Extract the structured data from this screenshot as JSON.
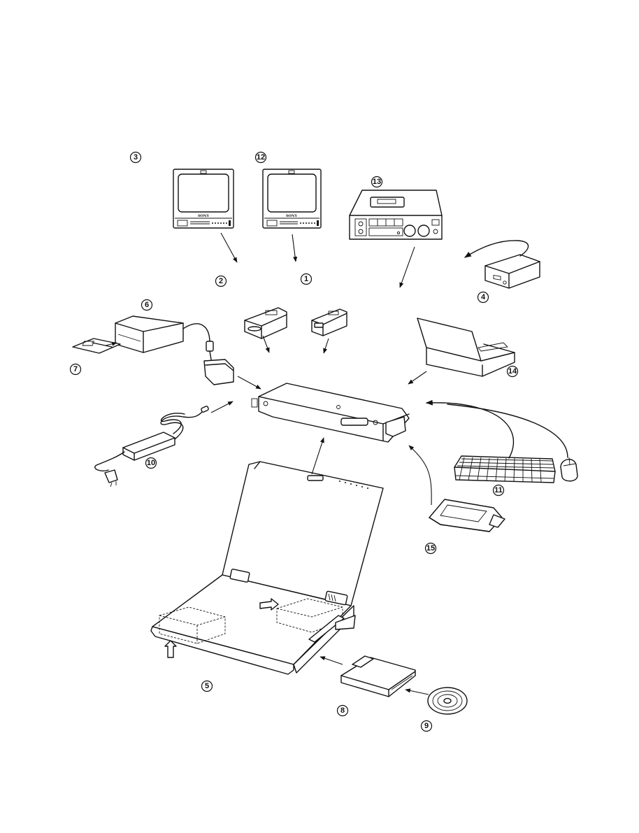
{
  "callouts": [
    {
      "id": "1",
      "label": "1"
    },
    {
      "id": "2",
      "label": "2"
    },
    {
      "id": "3",
      "label": "3"
    },
    {
      "id": "4",
      "label": "4"
    },
    {
      "id": "5",
      "label": "5"
    },
    {
      "id": "6",
      "label": "6"
    },
    {
      "id": "7",
      "label": "7"
    },
    {
      "id": "8",
      "label": "8"
    },
    {
      "id": "9",
      "label": "9"
    },
    {
      "id": "10",
      "label": "10"
    },
    {
      "id": "11",
      "label": "11"
    },
    {
      "id": "12",
      "label": "12"
    },
    {
      "id": "13",
      "label": "13"
    },
    {
      "id": "14",
      "label": "14"
    },
    {
      "id": "15",
      "label": "15"
    }
  ],
  "monitor_left": {
    "brand": "SONY"
  },
  "monitor_right": {
    "brand": "SONY"
  }
}
